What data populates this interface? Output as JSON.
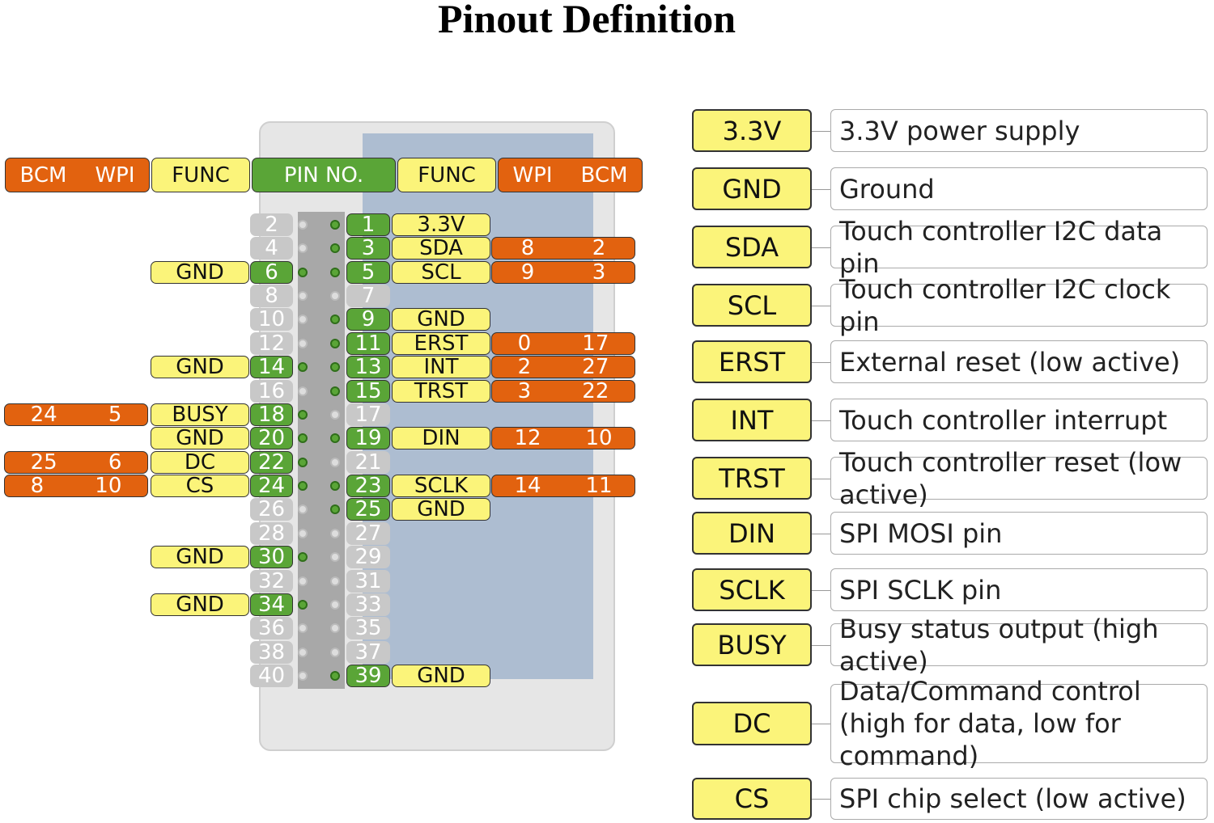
{
  "title": "Pinout Definition",
  "headers": {
    "left_bcm_wpi": [
      "BCM",
      "WPI"
    ],
    "left_func": "FUNC",
    "pin_no": "PIN NO.",
    "right_func": "FUNC",
    "right_wpi_bcm": [
      "WPI",
      "BCM"
    ]
  },
  "colors": {
    "orange": "#e2620f",
    "yellow": "#fbf47a",
    "green": "#5aa537",
    "grey": "#c8c8c8"
  },
  "rows": [
    {
      "l": {
        "pin": "2"
      },
      "r": {
        "pin": "1",
        "func": "3.3V"
      }
    },
    {
      "l": {
        "pin": "4"
      },
      "r": {
        "pin": "3",
        "func": "SDA",
        "wpi": "8",
        "bcm": "2"
      }
    },
    {
      "l": {
        "pin": "6",
        "func": "GND"
      },
      "r": {
        "pin": "5",
        "func": "SCL",
        "wpi": "9",
        "bcm": "3"
      }
    },
    {
      "l": {
        "pin": "8"
      },
      "r": {
        "pin": "7"
      }
    },
    {
      "l": {
        "pin": "10"
      },
      "r": {
        "pin": "9",
        "func": "GND"
      }
    },
    {
      "l": {
        "pin": "12"
      },
      "r": {
        "pin": "11",
        "func": "ERST",
        "wpi": "0",
        "bcm": "17"
      }
    },
    {
      "l": {
        "pin": "14",
        "func": "GND"
      },
      "r": {
        "pin": "13",
        "func": "INT",
        "wpi": "2",
        "bcm": "27"
      }
    },
    {
      "l": {
        "pin": "16"
      },
      "r": {
        "pin": "15",
        "func": "TRST",
        "wpi": "3",
        "bcm": "22"
      }
    },
    {
      "l": {
        "pin": "18",
        "func": "BUSY",
        "bcm": "24",
        "wpi": "5"
      },
      "r": {
        "pin": "17"
      }
    },
    {
      "l": {
        "pin": "20",
        "func": "GND"
      },
      "r": {
        "pin": "19",
        "func": "DIN",
        "wpi": "12",
        "bcm": "10"
      }
    },
    {
      "l": {
        "pin": "22",
        "func": "DC",
        "bcm": "25",
        "wpi": "6"
      },
      "r": {
        "pin": "21"
      }
    },
    {
      "l": {
        "pin": "24",
        "func": "CS",
        "bcm": "8",
        "wpi": "10"
      },
      "r": {
        "pin": "23",
        "func": "SCLK",
        "wpi": "14",
        "bcm": "11"
      }
    },
    {
      "l": {
        "pin": "26"
      },
      "r": {
        "pin": "25",
        "func": "GND"
      }
    },
    {
      "l": {
        "pin": "28"
      },
      "r": {
        "pin": "27"
      }
    },
    {
      "l": {
        "pin": "30",
        "func": "GND"
      },
      "r": {
        "pin": "29"
      }
    },
    {
      "l": {
        "pin": "32"
      },
      "r": {
        "pin": "31"
      }
    },
    {
      "l": {
        "pin": "34",
        "func": "GND"
      },
      "r": {
        "pin": "33"
      }
    },
    {
      "l": {
        "pin": "36"
      },
      "r": {
        "pin": "35"
      }
    },
    {
      "l": {
        "pin": "38"
      },
      "r": {
        "pin": "37"
      }
    },
    {
      "l": {
        "pin": "40"
      },
      "r": {
        "pin": "39",
        "func": "GND"
      }
    }
  ],
  "legend": [
    {
      "label": "3.3V",
      "desc": "3.3V power supply"
    },
    {
      "label": "GND",
      "desc": "Ground"
    },
    {
      "label": "SDA",
      "desc": "Touch controller I2C data pin"
    },
    {
      "label": "SCL",
      "desc": "Touch controller I2C clock pin"
    },
    {
      "label": "ERST",
      "desc": "External reset (low active)"
    },
    {
      "label": "INT",
      "desc": "Touch controller interrupt"
    },
    {
      "label": "TRST",
      "desc": "Touch controller reset (low active)"
    },
    {
      "label": "DIN",
      "desc": "SPI MOSI pin"
    },
    {
      "label": "SCLK",
      "desc": "SPI SCLK pin"
    },
    {
      "label": "BUSY",
      "desc": "Busy status output (high active)"
    },
    {
      "label": "DC",
      "desc": "Data/Command control\n(high for data, low for command)"
    },
    {
      "label": "CS",
      "desc": "SPI chip select (low active)"
    }
  ]
}
